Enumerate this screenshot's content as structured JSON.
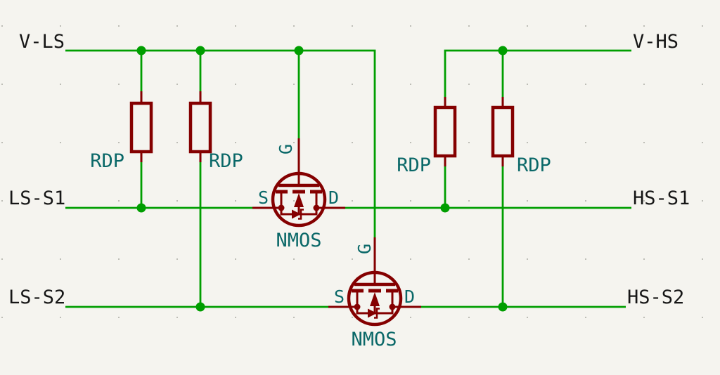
{
  "schematic": {
    "net_labels": {
      "v_ls": "V-LS",
      "v_hs": "V-HS",
      "ls_s1": "LS-S1",
      "ls_s2": "LS-S2",
      "hs_s1": "HS-S1",
      "hs_s2": "HS-S2"
    },
    "components": {
      "r1": {
        "type": "resistor",
        "value": "RDP"
      },
      "r2": {
        "type": "resistor",
        "value": "RDP"
      },
      "r3": {
        "type": "resistor",
        "value": "RDP"
      },
      "r4": {
        "type": "resistor",
        "value": "RDP"
      },
      "q1": {
        "type": "n-mosfet",
        "value": "NMOS",
        "pin_gate": "G",
        "pin_source": "S",
        "pin_drain": "D"
      },
      "q2": {
        "type": "n-mosfet",
        "value": "NMOS",
        "pin_gate": "G",
        "pin_source": "S",
        "pin_drain": "D"
      }
    },
    "colors": {
      "background": "#F5F4EF",
      "wire_green": "#009E00",
      "device_red": "#840000",
      "field_teal": "#0A6868",
      "label_black": "#161616"
    }
  }
}
